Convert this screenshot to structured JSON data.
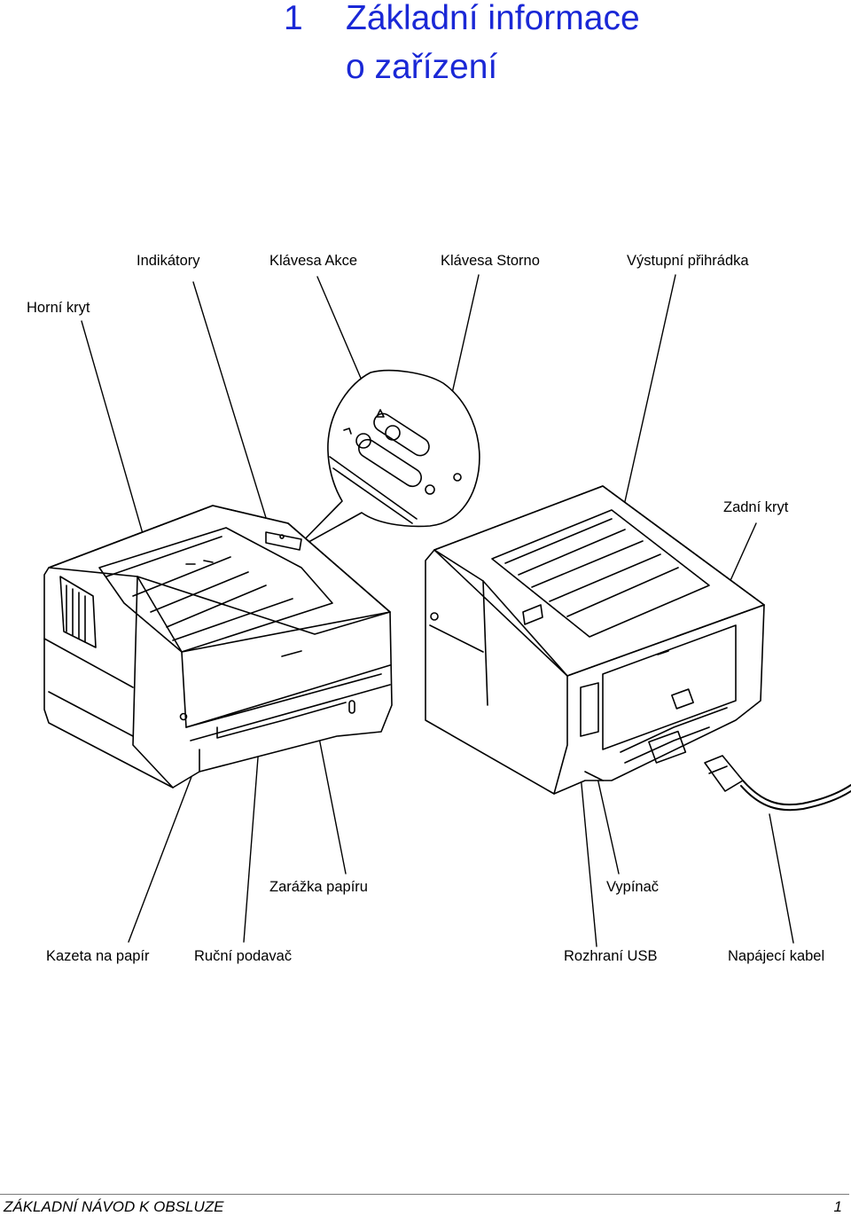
{
  "heading": {
    "number": "1",
    "line1": "Základní informace",
    "line2": "o zařízení",
    "color": "#1a28d6"
  },
  "labels": {
    "indikatory": "Indikátory",
    "klavesa_akce": "Klávesa Akce",
    "klavesa_storno": "Klávesa Storno",
    "vystupni_prihradka": "Výstupní přihrádka",
    "horni_kryt": "Horní kryt",
    "zadni_kryt": "Zadní kryt",
    "zarazka_papiru": "Zarážka papíru",
    "vypinac": "Vypínač",
    "kazeta_na_papir": "Kazeta na papír",
    "rucni_podavac": "Ruční podavač",
    "rozhrani_usb": "Rozhraní USB",
    "napajeci_kabel": "Napájecí kabel"
  },
  "footer": {
    "title": "ZÁKLADNÍ NÁVOD K OBSLUZE",
    "page": "1"
  }
}
